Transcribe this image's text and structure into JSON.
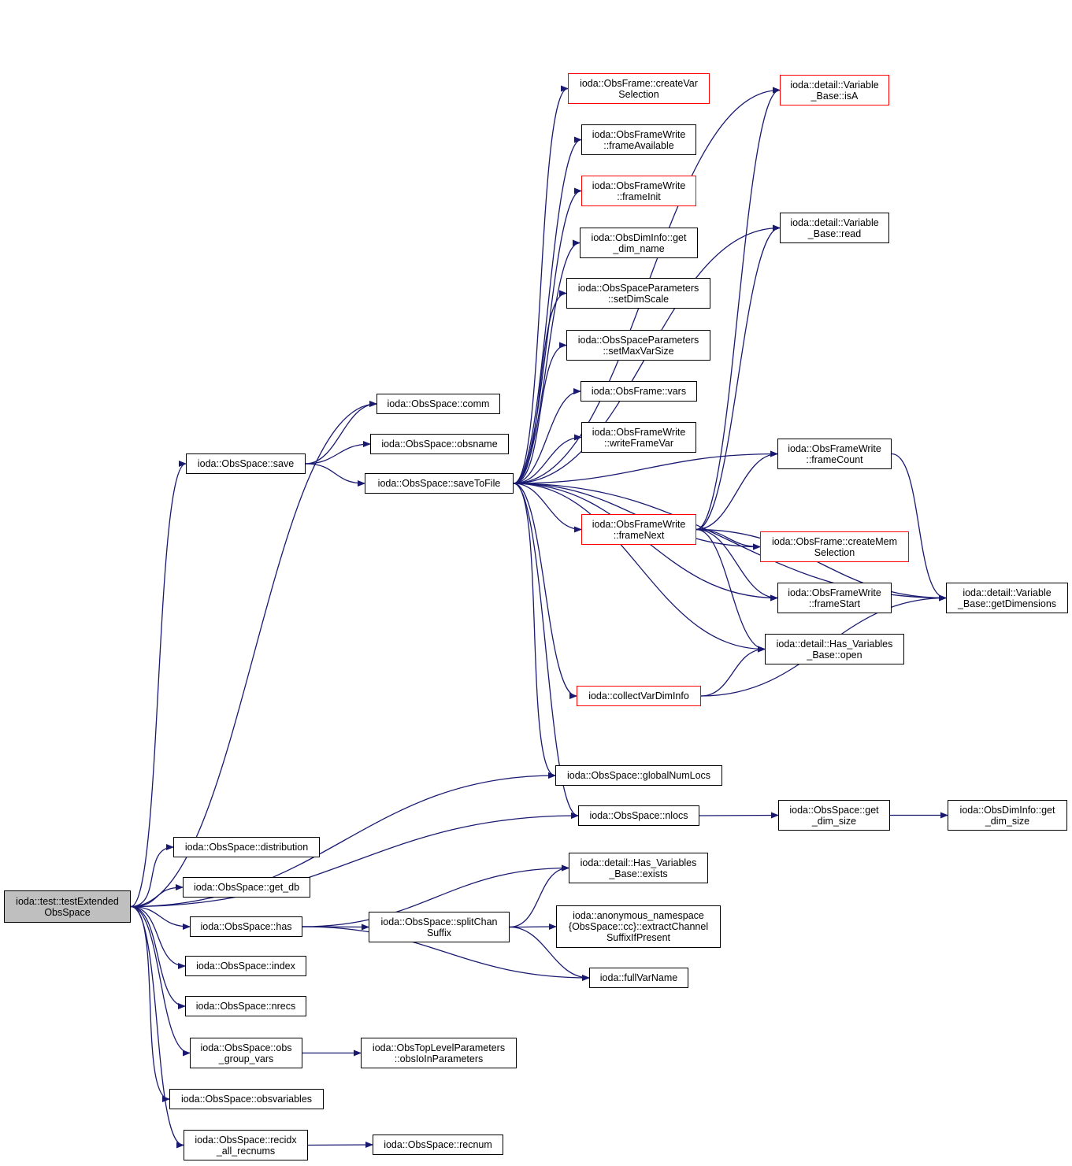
{
  "colors": {
    "edge": "#191970",
    "root_fill": "#bfbfbf",
    "highlight_border": "#ff0000",
    "border": "#000000"
  },
  "nodes": {
    "createVarSelection": {
      "lines": [
        "ioda::ObsFrame::createVar",
        "Selection"
      ],
      "red": true
    },
    "frameAvailable": {
      "lines": [
        "ioda::ObsFrameWrite",
        "::frameAvailable"
      ]
    },
    "frameInit": {
      "lines": [
        "ioda::ObsFrameWrite",
        "::frameInit"
      ],
      "red": true
    },
    "getDimNameInfo": {
      "lines": [
        "ioda::ObsDimInfo::get",
        "_dim_name"
      ]
    },
    "setDimScale": {
      "lines": [
        "ioda::ObsSpaceParameters",
        "::setDimScale"
      ]
    },
    "setMaxVarSize": {
      "lines": [
        "ioda::ObsSpaceParameters",
        "::setMaxVarSize"
      ]
    },
    "frameVars": {
      "lines": [
        "ioda::ObsFrame::vars"
      ]
    },
    "writeFrameVar": {
      "lines": [
        "ioda::ObsFrameWrite",
        "::writeFrameVar"
      ]
    },
    "frameNext": {
      "lines": [
        "ioda::ObsFrameWrite",
        "::frameNext"
      ],
      "red": true
    },
    "collectVarDimInfo": {
      "lines": [
        "ioda::collectVarDimInfo"
      ],
      "red": true
    },
    "isA": {
      "lines": [
        "ioda::detail::Variable",
        "_Base::isA"
      ],
      "red": true
    },
    "read": {
      "lines": [
        "ioda::detail::Variable",
        "_Base::read"
      ]
    },
    "frameCount": {
      "lines": [
        "ioda::ObsFrameWrite",
        "::frameCount"
      ]
    },
    "createMemSelection": {
      "lines": [
        "ioda::ObsFrame::createMem",
        "Selection"
      ],
      "red": true
    },
    "frameStart": {
      "lines": [
        "ioda::ObsFrameWrite",
        "::frameStart"
      ]
    },
    "open": {
      "lines": [
        "ioda::detail::Has_Variables",
        "_Base::open"
      ]
    },
    "getDimensions": {
      "lines": [
        "ioda::detail::Variable",
        "_Base::getDimensions"
      ]
    },
    "comm": {
      "lines": [
        "ioda::ObsSpace::comm"
      ]
    },
    "obsname": {
      "lines": [
        "ioda::ObsSpace::obsname"
      ]
    },
    "save": {
      "lines": [
        "ioda::ObsSpace::save"
      ]
    },
    "saveToFile": {
      "lines": [
        "ioda::ObsSpace::saveToFile"
      ]
    },
    "globalNumLocs": {
      "lines": [
        "ioda::ObsSpace::globalNumLocs"
      ]
    },
    "nlocs": {
      "lines": [
        "ioda::ObsSpace::nlocs"
      ]
    },
    "getDimSizeSpace": {
      "lines": [
        "ioda::ObsSpace::get",
        "_dim_size"
      ]
    },
    "getDimSizeInfo": {
      "lines": [
        "ioda::ObsDimInfo::get",
        "_dim_size"
      ]
    },
    "distribution": {
      "lines": [
        "ioda::ObsSpace::distribution"
      ]
    },
    "getDb": {
      "lines": [
        "ioda::ObsSpace::get_db"
      ]
    },
    "has": {
      "lines": [
        "ioda::ObsSpace::has"
      ]
    },
    "splitChanSuffix": {
      "lines": [
        "ioda::ObsSpace::splitChan",
        "Suffix"
      ]
    },
    "exists": {
      "lines": [
        "ioda::detail::Has_Variables",
        "_Base::exists"
      ]
    },
    "extractChannel": {
      "lines": [
        "ioda::anonymous_namespace",
        "{ObsSpace::cc}::extractChannel",
        "SuffixIfPresent"
      ]
    },
    "fullVarName": {
      "lines": [
        "ioda::fullVarName"
      ]
    },
    "index": {
      "lines": [
        "ioda::ObsSpace::index"
      ]
    },
    "nrecs": {
      "lines": [
        "ioda::ObsSpace::nrecs"
      ]
    },
    "obsGroupVars": {
      "lines": [
        "ioda::ObsSpace::obs",
        "_group_vars"
      ]
    },
    "obsIoInParameters": {
      "lines": [
        "ioda::ObsTopLevelParameters",
        "::obsIoInParameters"
      ]
    },
    "obsvariables": {
      "lines": [
        "ioda::ObsSpace::obsvariables"
      ]
    },
    "recidxAllRecnums": {
      "lines": [
        "ioda::ObsSpace::recidx",
        "_all_recnums"
      ]
    },
    "recnum": {
      "lines": [
        "ioda::ObsSpace::recnum"
      ]
    },
    "root": {
      "lines": [
        "ioda::test::testExtended",
        "ObsSpace"
      ],
      "root": true
    }
  },
  "edges": [
    [
      "root",
      "comm"
    ],
    [
      "root",
      "save"
    ],
    [
      "root",
      "globalNumLocs"
    ],
    [
      "root",
      "nlocs"
    ],
    [
      "root",
      "distribution"
    ],
    [
      "root",
      "getDb"
    ],
    [
      "root",
      "has"
    ],
    [
      "root",
      "index"
    ],
    [
      "root",
      "nrecs"
    ],
    [
      "root",
      "obsGroupVars"
    ],
    [
      "root",
      "obsvariables"
    ],
    [
      "root",
      "recidxAllRecnums"
    ],
    [
      "save",
      "comm"
    ],
    [
      "save",
      "obsname"
    ],
    [
      "save",
      "saveToFile"
    ],
    [
      "saveToFile",
      "isA"
    ],
    [
      "saveToFile",
      "read"
    ],
    [
      "saveToFile",
      "createVarSelection"
    ],
    [
      "saveToFile",
      "frameAvailable"
    ],
    [
      "saveToFile",
      "frameInit"
    ],
    [
      "saveToFile",
      "getDimNameInfo"
    ],
    [
      "saveToFile",
      "setDimScale"
    ],
    [
      "saveToFile",
      "setMaxVarSize"
    ],
    [
      "saveToFile",
      "frameVars"
    ],
    [
      "saveToFile",
      "writeFrameVar"
    ],
    [
      "saveToFile",
      "frameCount"
    ],
    [
      "saveToFile",
      "frameNext"
    ],
    [
      "saveToFile",
      "createMemSelection"
    ],
    [
      "saveToFile",
      "frameStart"
    ],
    [
      "saveToFile",
      "open"
    ],
    [
      "saveToFile",
      "collectVarDimInfo"
    ],
    [
      "saveToFile",
      "getDimensions"
    ],
    [
      "saveToFile",
      "globalNumLocs"
    ],
    [
      "saveToFile",
      "nlocs"
    ],
    [
      "frameNext",
      "isA"
    ],
    [
      "frameNext",
      "read"
    ],
    [
      "frameNext",
      "frameCount"
    ],
    [
      "frameNext",
      "createMemSelection"
    ],
    [
      "frameNext",
      "frameStart"
    ],
    [
      "frameNext",
      "open"
    ],
    [
      "frameNext",
      "getDimensions"
    ],
    [
      "frameCount",
      "getDimensions"
    ],
    [
      "collectVarDimInfo",
      "open"
    ],
    [
      "collectVarDimInfo",
      "getDimensions"
    ],
    [
      "nlocs",
      "getDimSizeSpace"
    ],
    [
      "getDimSizeSpace",
      "getDimSizeInfo"
    ],
    [
      "has",
      "exists"
    ],
    [
      "has",
      "splitChanSuffix"
    ],
    [
      "has",
      "fullVarName"
    ],
    [
      "splitChanSuffix",
      "exists"
    ],
    [
      "splitChanSuffix",
      "extractChannel"
    ],
    [
      "splitChanSuffix",
      "fullVarName"
    ],
    [
      "obsGroupVars",
      "obsIoInParameters"
    ],
    [
      "recidxAllRecnums",
      "recnum"
    ]
  ]
}
